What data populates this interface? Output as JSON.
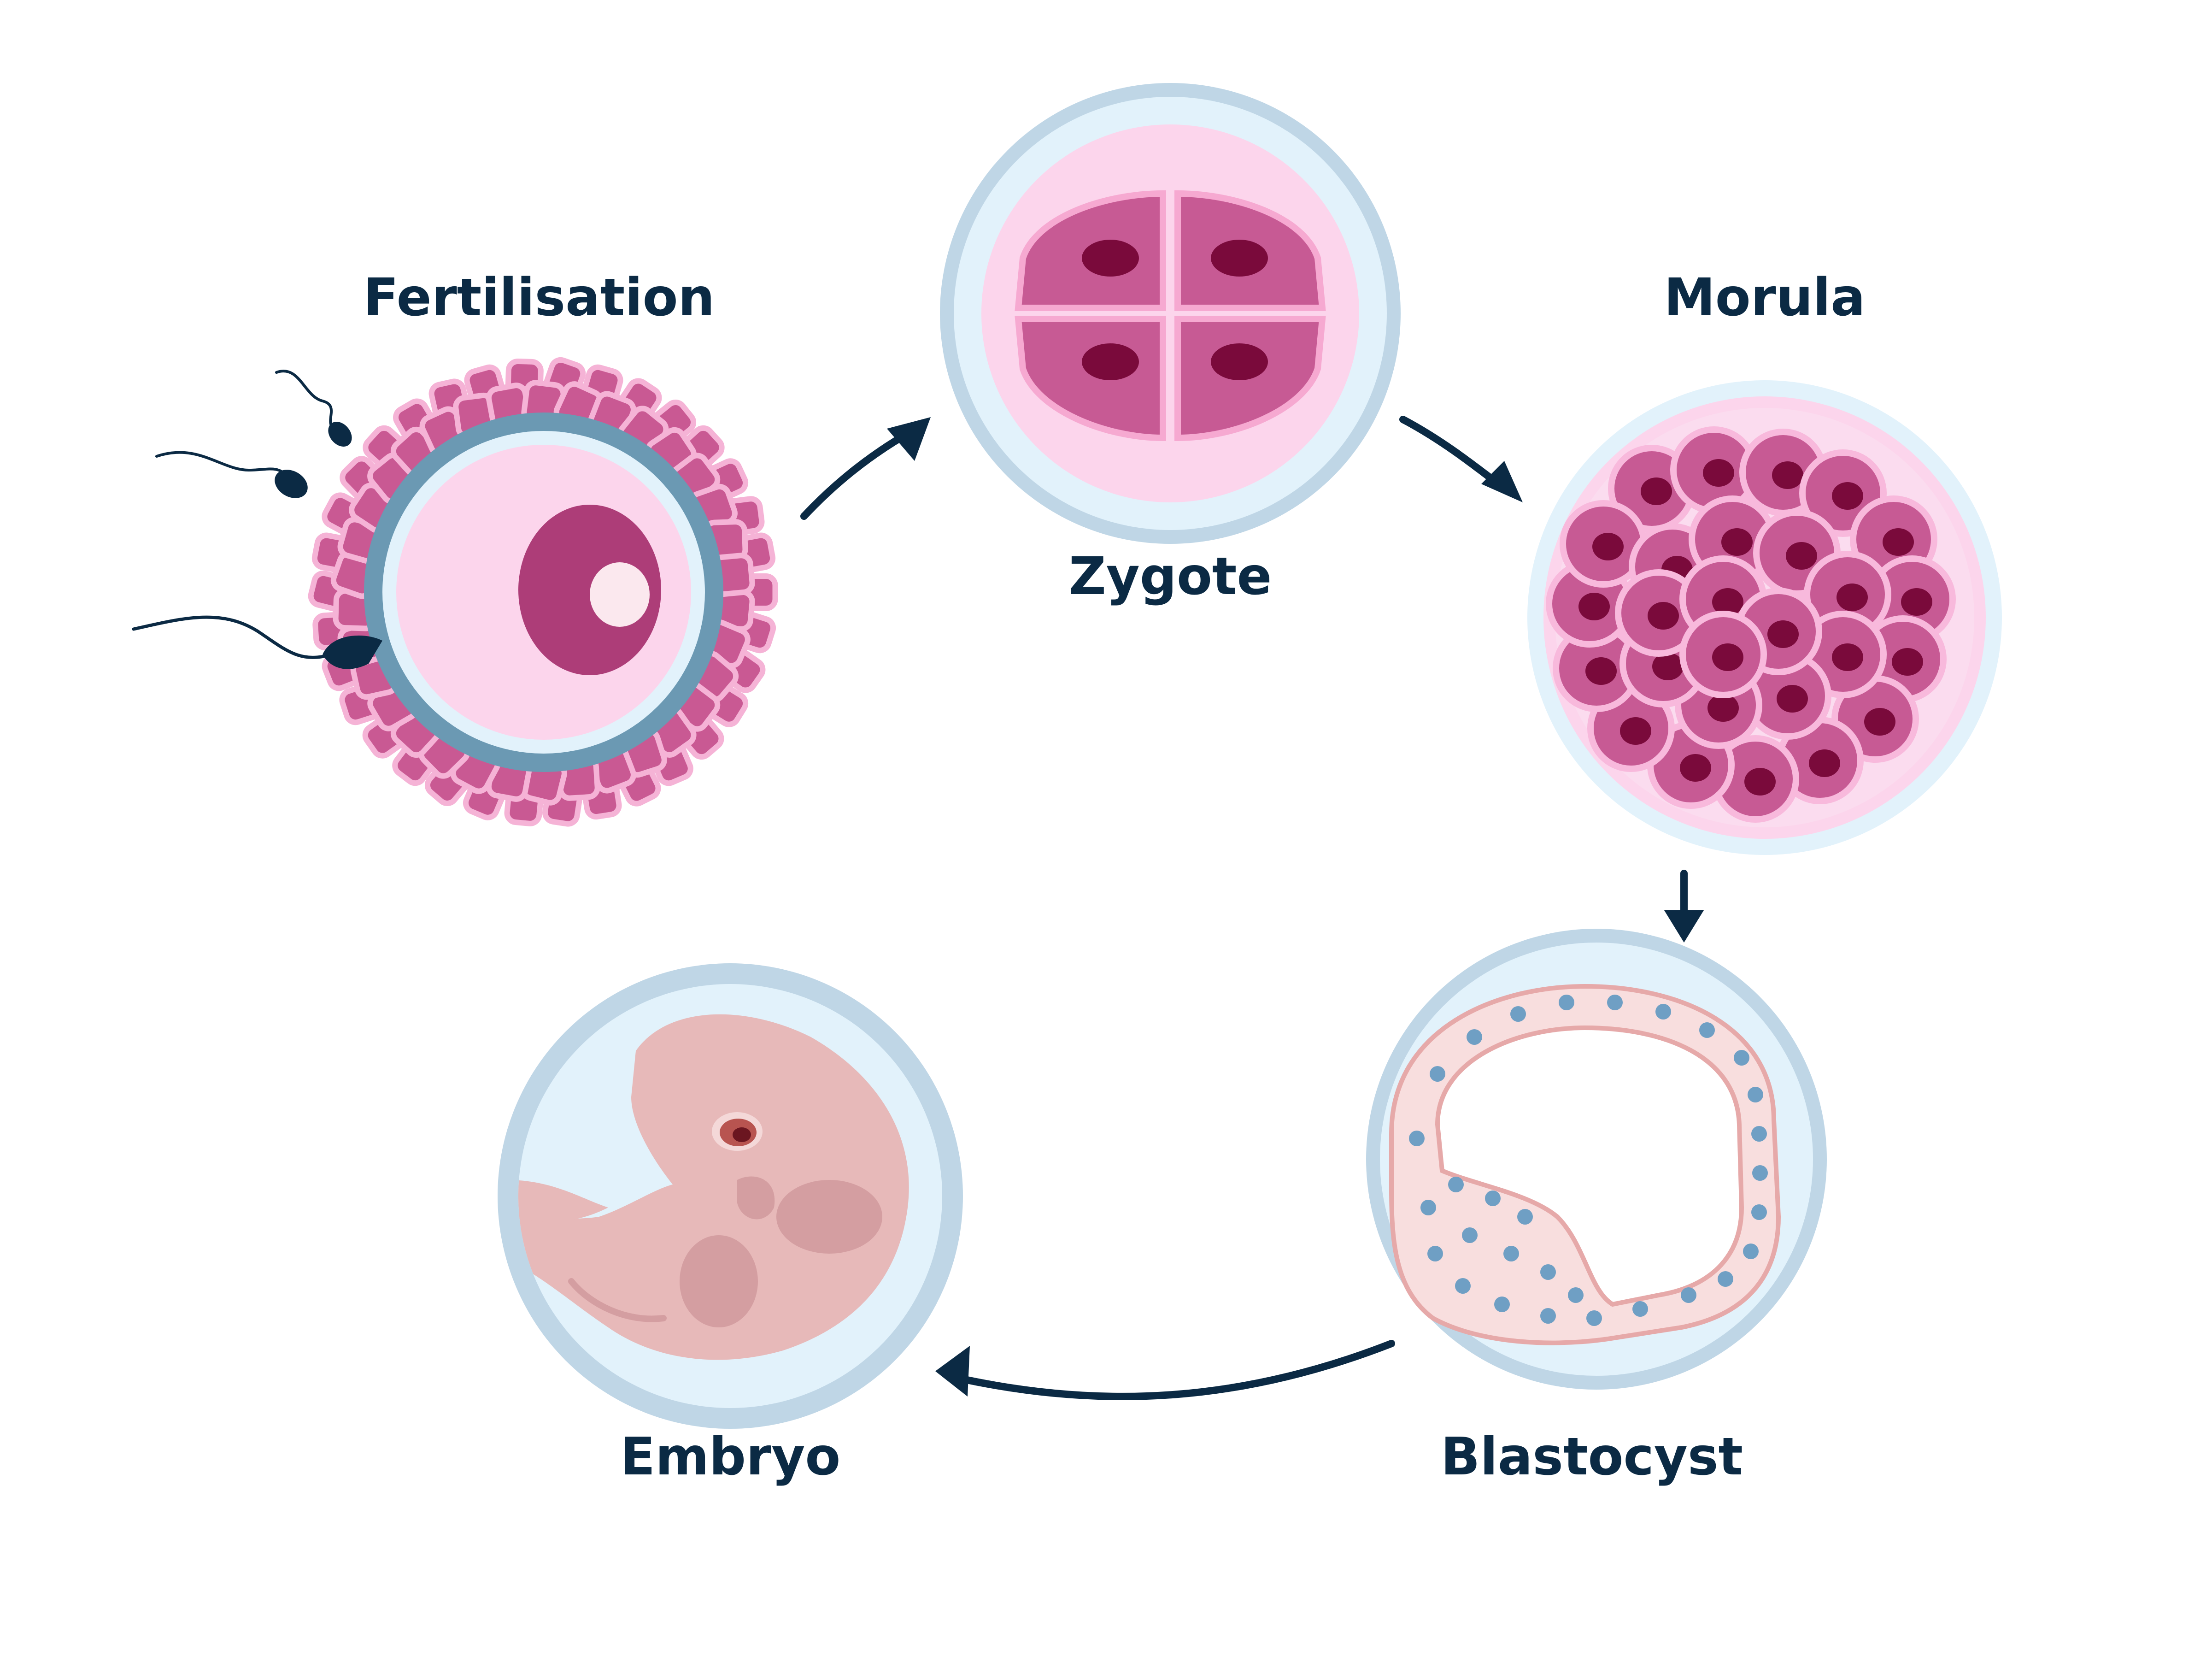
{
  "stages": {
    "fertilisation": {
      "label": "Fertilisation"
    },
    "zygote": {
      "label": "Zygote"
    },
    "morula": {
      "label": "Morula"
    },
    "blastocyst": {
      "label": "Blastocyst"
    },
    "embryo": {
      "label": "Embryo"
    }
  },
  "colors": {
    "text": "#0b2a44",
    "arrow": "#0b2a44",
    "outer_ring": "#bfd6e6",
    "inner_fill": "#e2f2fb",
    "egg_ring": "#6b99b3",
    "egg_fill": "#fcd5ec",
    "corona": "#c95993",
    "corona_edge": "#f5b3d6",
    "nucleus": "#ad3d78",
    "cell": "#c75a94",
    "cell_nucleus": "#7a0a3b",
    "blasto_cell": "#f8dede",
    "blasto_edge": "#e6a9a9",
    "blasto_dot": "#6f9fc4",
    "embryo": "#e7b9b9",
    "embryo_dark": "#d49ea1"
  }
}
